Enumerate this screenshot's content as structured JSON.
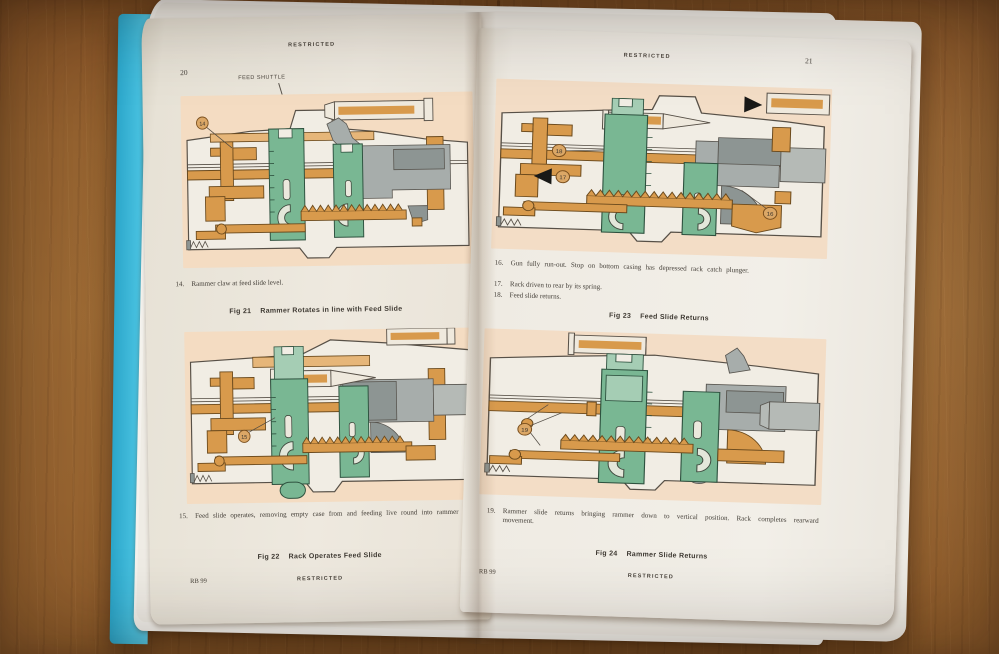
{
  "colors": {
    "cover_cyan": "#3fb6d8",
    "page_cream": "#eee9df",
    "panel_peach": "#f4dcc2",
    "diagram_orange": "#d89a4c",
    "diagram_green": "#79b793",
    "diagram_gray": "#a7adab",
    "table_wood": "#9d6a34"
  },
  "left_page": {
    "header": "RESTRICTED",
    "page_number": "20",
    "feed_shuttle_label": "FEED SHUTTLE",
    "fig21": {
      "callout": "14",
      "caption_num": "14.",
      "caption_text": "Rammer claw at feed slide level.",
      "fig_label": "Fig 21",
      "fig_title": "Rammer Rotates in line with Feed Slide"
    },
    "fig22": {
      "callout": "15",
      "caption_num": "15.",
      "caption_text": "Feed slide operates, removing empty case from and feeding live round into rammer claw.",
      "fig_label": "Fig 22",
      "fig_title": "Rack Operates Feed Slide"
    },
    "footer_ref": "RB 99",
    "footer_center": "RESTRICTED"
  },
  "right_page": {
    "header": "RESTRICTED",
    "page_number": "21",
    "fig23": {
      "callout_16": "16",
      "callout_17": "17",
      "callout_18": "18",
      "items": [
        {
          "num": "16.",
          "text": "Gun fully run-out.  Stop on bottom casing has depressed rack catch plunger."
        },
        {
          "num": "17.",
          "text": "Rack driven to rear by its spring."
        },
        {
          "num": "18.",
          "text": "Feed slide returns."
        }
      ],
      "fig_label": "Fig 23",
      "fig_title": "Feed Slide Returns"
    },
    "fig24": {
      "callout": "19",
      "caption_num": "19.",
      "caption_text": "Rammer slide returns bringing rammer down to vertical position.  Rack completes rearward movement.",
      "fig_label": "Fig 24",
      "fig_title": "Rammer Slide Returns"
    },
    "footer_ref": "RB 99",
    "footer_center": "RESTRICTED"
  }
}
